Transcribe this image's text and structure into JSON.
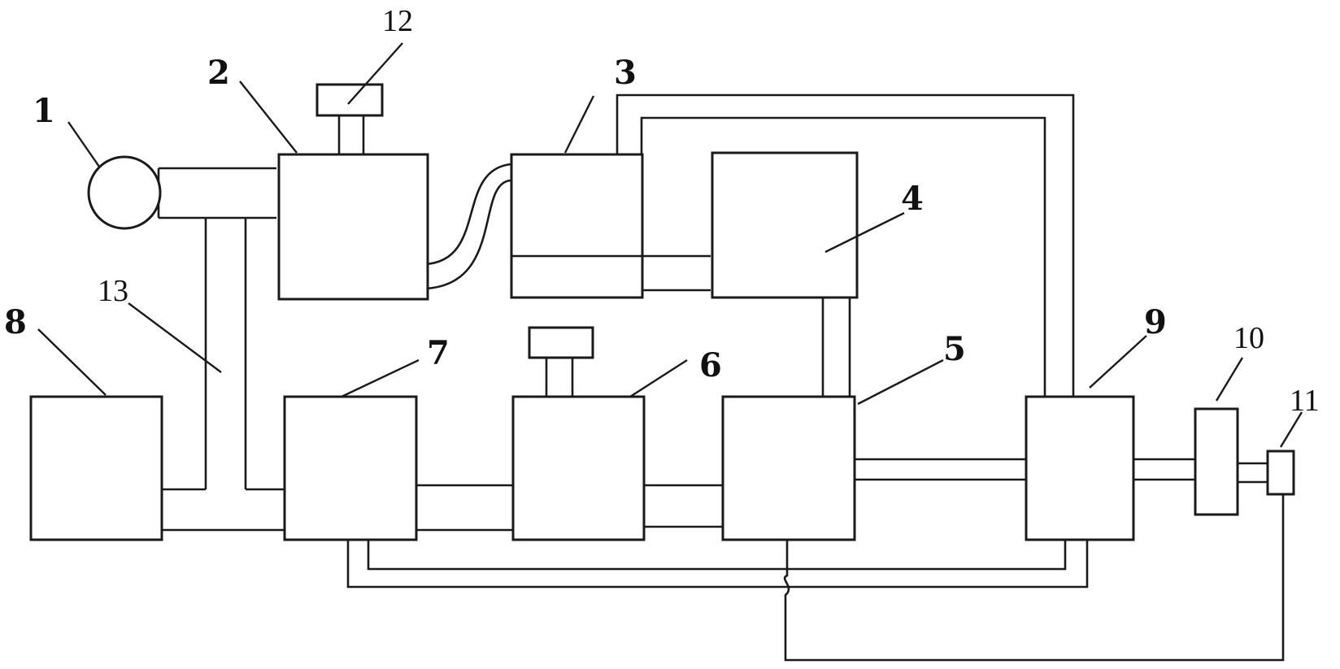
{
  "labels": {
    "n1": "1",
    "n2": "2",
    "n3": "3",
    "n4": "4",
    "n5": "5",
    "n6": "6",
    "n7": "7",
    "n8": "8",
    "n9": "9",
    "n10": "10",
    "n11": "11",
    "n12": "12",
    "n13": "13"
  },
  "colors": {
    "stroke": "#1a1a1a",
    "background": "#ffffff"
  }
}
